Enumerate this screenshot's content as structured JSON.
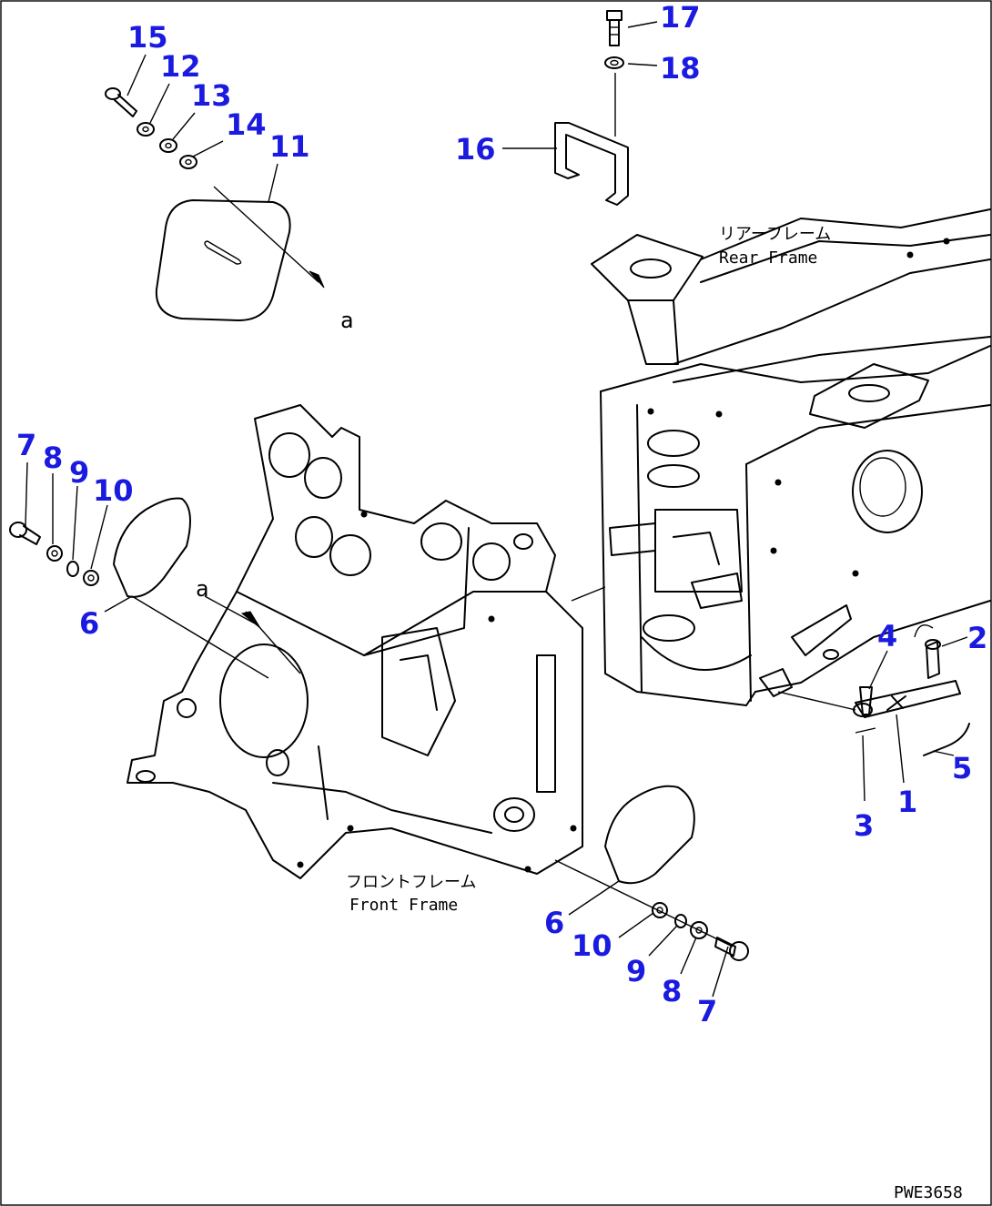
{
  "drawing": {
    "number": "PWE3658",
    "labels": {
      "rear_frame_jp": "リアーフレーム",
      "rear_frame_en": "Rear Frame",
      "front_frame_jp": "フロントフレーム",
      "front_frame_en": "Front Frame",
      "ref_a_cover": "a",
      "ref_a_frame": "a"
    },
    "callouts": [
      "15",
      "12",
      "13",
      "14",
      "11",
      "17",
      "18",
      "16",
      "7",
      "8",
      "9",
      "10",
      "6",
      "4",
      "2",
      "5",
      "1",
      "3",
      "6",
      "10",
      "9",
      "8",
      "7"
    ],
    "colors": {
      "callout": "#1a1ae0",
      "line": "#000000",
      "background": "#ffffff"
    }
  }
}
